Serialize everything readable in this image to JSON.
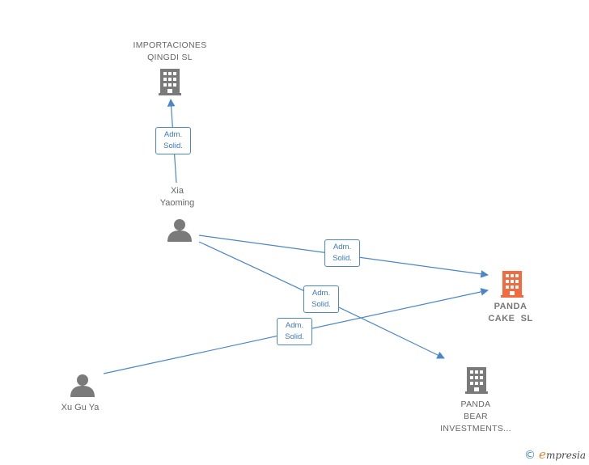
{
  "colors": {
    "edge": "#4a86c8",
    "icon_gray": "#7a7a7a",
    "focus_orange": "#f26a3d",
    "label_gray": "#666666"
  },
  "nodes": {
    "importaciones": {
      "line1": "IMPORTACIONES",
      "line2": "QINGDI SL",
      "icon": "building-icon"
    },
    "xia": {
      "line1": "Xia",
      "line2": "Yaoming",
      "icon": "person-icon"
    },
    "panda_cake": {
      "line1": "PANDA",
      "line2": "CAKE  SL",
      "icon": "building-icon"
    },
    "xu": {
      "line1": "Xu Gu Ya",
      "icon": "person-icon"
    },
    "panda_bear": {
      "line1": "PANDA",
      "line2": "BEAR",
      "line3": "INVESTMENTS...",
      "icon": "building-icon"
    }
  },
  "edges": [
    {
      "from": "xia",
      "to": "importaciones",
      "label1": "Adm.",
      "label2": "Solid."
    },
    {
      "from": "xia",
      "to": "panda_cake",
      "label1": "Adm.",
      "label2": "Solid."
    },
    {
      "from": "xia",
      "to": "panda_bear",
      "label1": "Adm.",
      "label2": "Solid."
    },
    {
      "from": "xu",
      "to": "panda_cake",
      "label1": "Adm.",
      "label2": "Solid."
    }
  ],
  "brand": {
    "copyright": "©",
    "e": "e",
    "rest": "mpresia"
  }
}
